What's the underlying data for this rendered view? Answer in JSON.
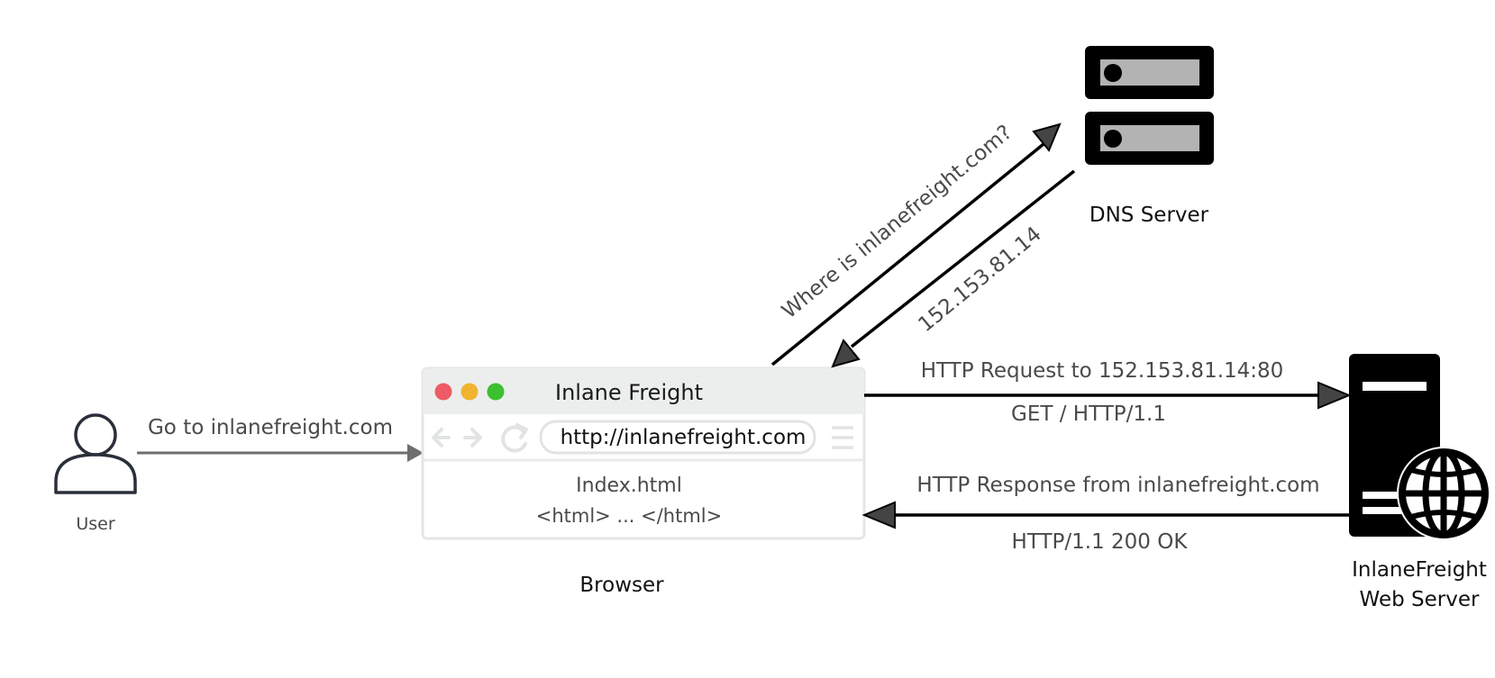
{
  "diagram": {
    "user": {
      "label": "User",
      "action": "Go to inlanefreight.com"
    },
    "browser": {
      "title": "Inlane Freight",
      "url": "http://inlanefreight.com",
      "content_line1": "Index.html",
      "content_line2": "<html> ... </html>",
      "caption": "Browser"
    },
    "dns": {
      "label": "DNS Server",
      "query": "Where is inlanefreight.com?",
      "answer": "152.153.81.14"
    },
    "web_server": {
      "label_line1": "InlaneFreight",
      "label_line2": "Web Server"
    },
    "http": {
      "request": "HTTP Request to 152.153.81.14:80",
      "request_line": "GET / HTTP/1.1",
      "response": "HTTP Response from inlanefreight.com",
      "status_line": "HTTP/1.1 200 OK"
    }
  },
  "colors": {
    "close": "#ee5b66",
    "minimize": "#f0b431",
    "maximize": "#3cc02f",
    "titlebar": "#eceeee",
    "arrow_gray": "#6e6e6e",
    "icon_dark": "#111111"
  }
}
